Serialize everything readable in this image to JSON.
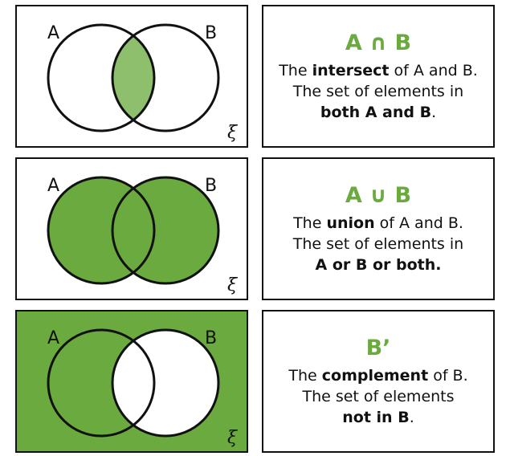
{
  "colors": {
    "green_fill": "#6aaa3e",
    "light_green_fill": "#8dbf6c",
    "title_green": "#6aaa3e",
    "ink": "#111111"
  },
  "diagrams": [
    {
      "label_a": "A",
      "label_b": "B",
      "universal_symbol": "ξ",
      "shaded": "intersection"
    },
    {
      "label_a": "A",
      "label_b": "B",
      "universal_symbol": "ξ",
      "shaded": "union"
    },
    {
      "label_a": "A",
      "label_b": "B",
      "universal_symbol": "ξ",
      "shaded": "complement-of-b"
    }
  ],
  "cards": [
    {
      "title": "A ∩ B",
      "line1": {
        "pre": "The ",
        "bold": "intersect",
        "post": " of A and B."
      },
      "line2": "The set of elements in",
      "line3": {
        "bold": "both A and B",
        "post": "."
      }
    },
    {
      "title": "A ∪ B",
      "line1": {
        "pre": "The ",
        "bold": "union",
        "post": " of A and B."
      },
      "line2": "The set of elements in",
      "line3": {
        "bold": "A or B or both.",
        "post": ""
      }
    },
    {
      "title": "B’",
      "line1": {
        "pre": "The ",
        "bold": "complement",
        "post": " of B."
      },
      "line2": "The set of elements",
      "line3": {
        "bold": "not in B",
        "post": "."
      }
    }
  ]
}
